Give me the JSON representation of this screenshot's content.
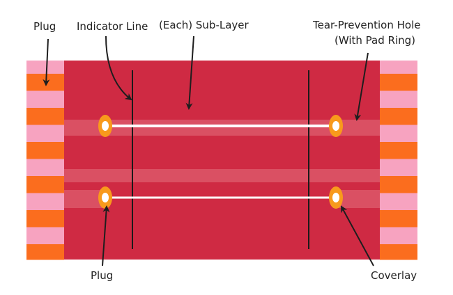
{
  "labels": {
    "plug_top": "Plug",
    "indicator_line": "Indicator Line",
    "sub_layer": "(Each) Sub-Layer",
    "tear_hole_line1": "Tear-Prevention Hole",
    "tear_hole_line2": "(With Pad Ring)",
    "plug_bottom": "Plug",
    "coverlay": "Coverlay"
  },
  "colors": {
    "sub_layer": "#cf2a43",
    "band": "#dc5a6c",
    "plug_pink": "#f7a3c0",
    "plug_orange": "#fb6d1e",
    "pad_ring": "#f89a1c",
    "trace": "#ffffff",
    "arrow": "#1e1e1e"
  }
}
